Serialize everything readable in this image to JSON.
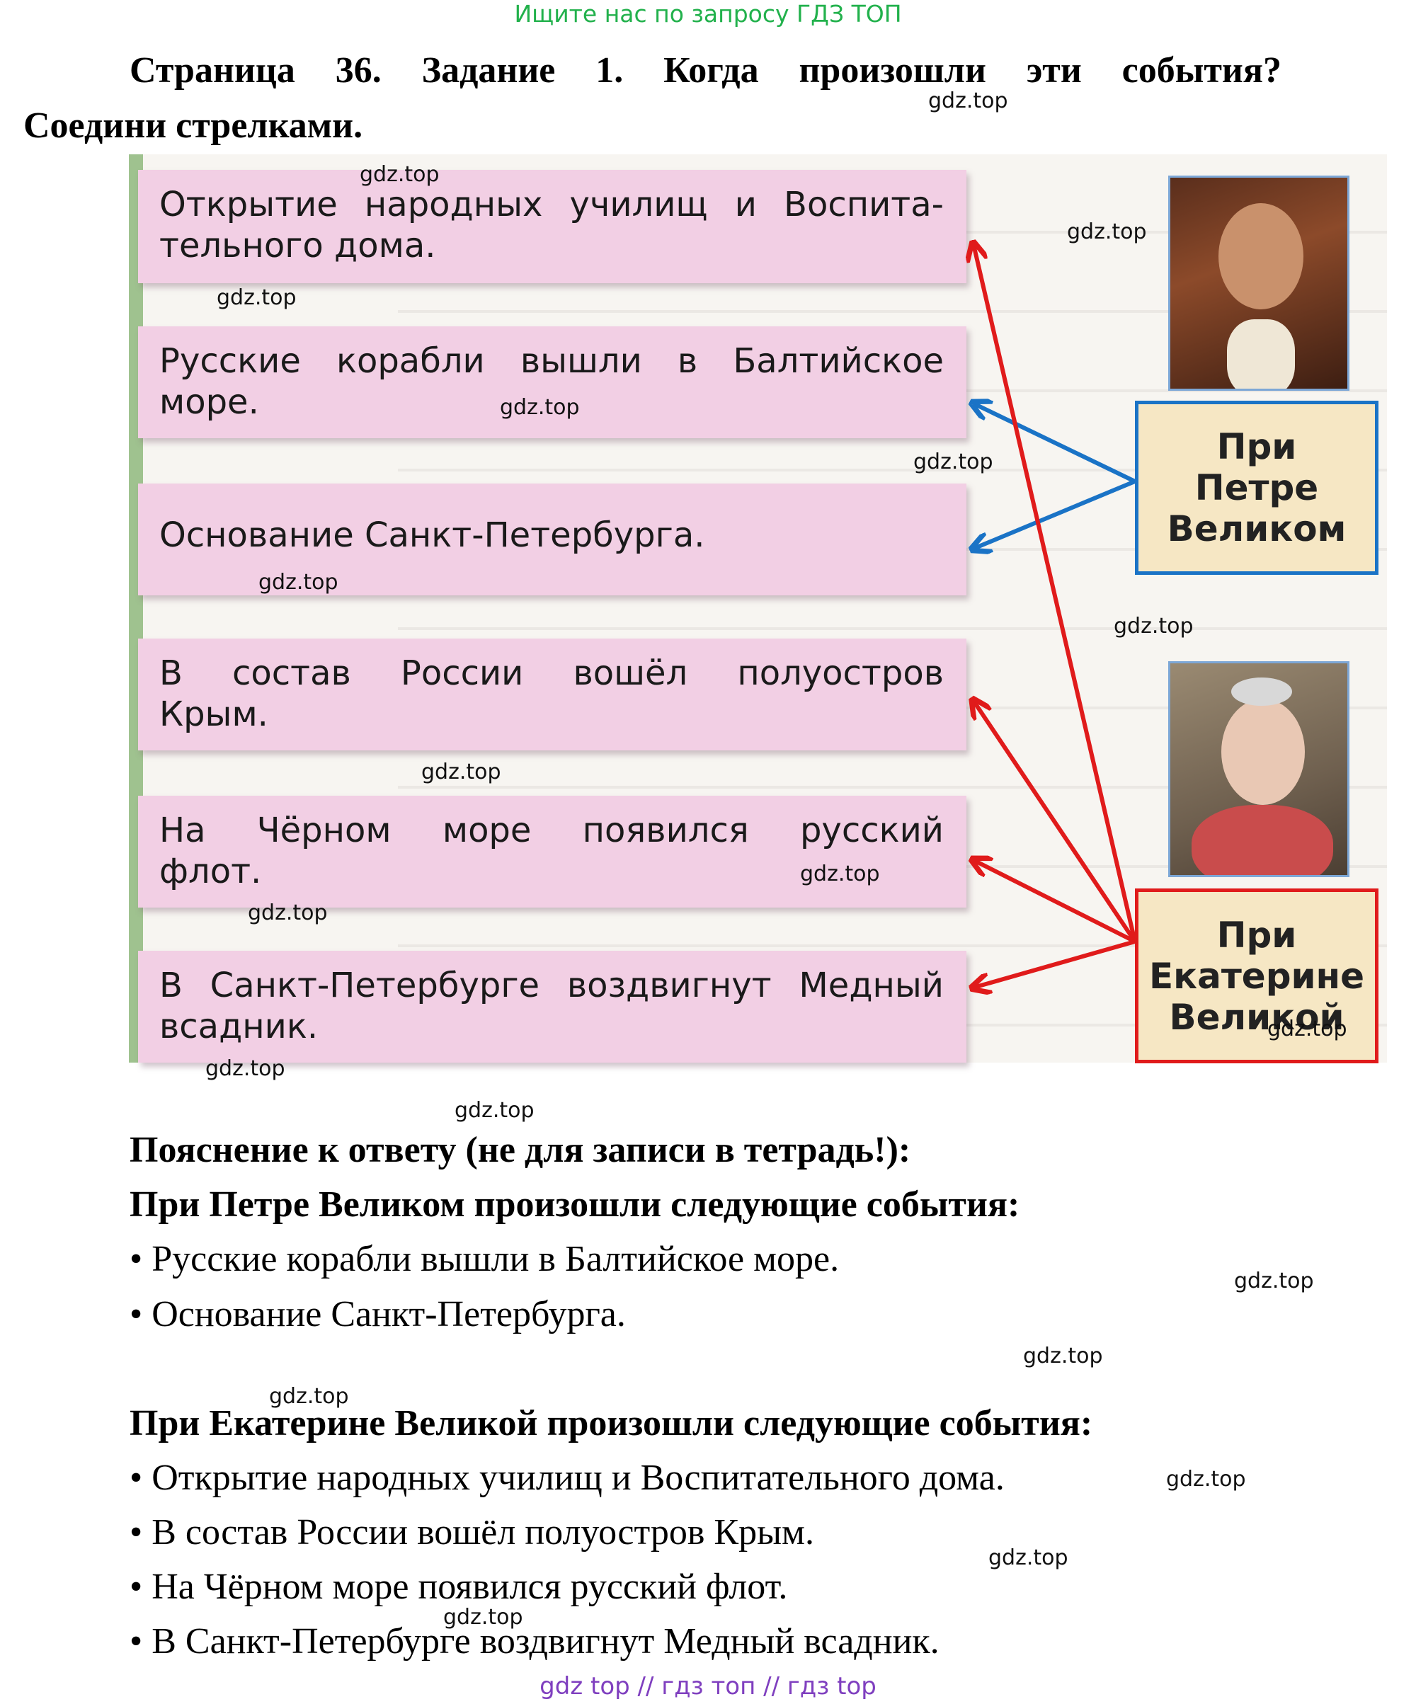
{
  "top_link": "Ищите нас по запросу ГДЗ ТОП",
  "heading": {
    "line1": "Страница 36. Задание 1. Когда произошли эти события?",
    "line2": "Соедини стрелками."
  },
  "events": [
    {
      "line1": "Открытие народных училищ и Воспита-",
      "line2": "тельного дома."
    },
    {
      "line1": "Русские корабли вышли в Балтийское",
      "line2": "море."
    },
    {
      "line1": "Основание Санкт-Петербурга.",
      "line2": ""
    },
    {
      "line1": "В состав России вошёл полуостров",
      "line2": "Крым."
    },
    {
      "line1": "На Чёрном море появился русский",
      "line2": "флот."
    },
    {
      "line1": "В Санкт-Петербурге воздвигнут Медный",
      "line2": "всадник."
    }
  ],
  "rulers": {
    "peter": {
      "l1": "При",
      "l2": "Петре",
      "l3": "Великом"
    },
    "catherine": {
      "l1": "При",
      "l2": "Екатерине",
      "l3": "Великой"
    }
  },
  "colors": {
    "peter_arrow": "#1a73c6",
    "catherine_arrow": "#e01b1b",
    "event_bg": "#f2cfe4"
  },
  "explanation": {
    "title": "Пояснение к ответу (не для записи в тетрадь!):",
    "peter_title": "При Петре Великом произошли следующие события:",
    "peter_items": [
      "• Русские корабли вышли в Балтийское море.",
      "• Основание Санкт-Петербурга."
    ],
    "catherine_title": "При Екатерине Великой произошли следующие события:",
    "catherine_items": [
      "• Открытие народных училищ и Воспитательного дома.",
      "• В состав России вошёл полуостров Крым.",
      "• На Чёрном море появился русский флот.",
      "• В Санкт-Петербурге воздвигнут Медный всадник."
    ]
  },
  "watermark": "gdz.top",
  "footer": "gdz top // гдз топ // гдз top"
}
